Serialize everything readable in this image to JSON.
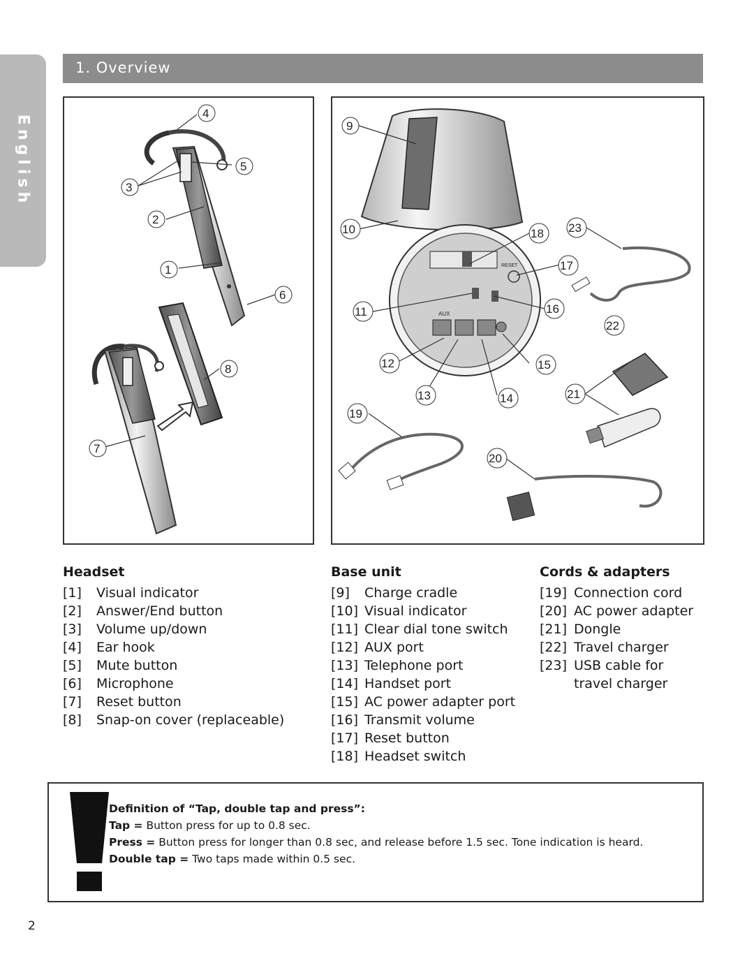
{
  "side_tab": {
    "label": "English"
  },
  "section": {
    "title": "1. Overview"
  },
  "callouts": {
    "c1": "1",
    "c2": "2",
    "c3": "3",
    "c4": "4",
    "c5": "5",
    "c6": "6",
    "c7": "7",
    "c8": "8",
    "c9": "9",
    "c10": "10",
    "c11": "11",
    "c12": "12",
    "c13": "13",
    "c14": "14",
    "c15": "15",
    "c16": "16",
    "c17": "17",
    "c18": "18",
    "c19": "19",
    "c20": "20",
    "c21": "21",
    "c22": "22",
    "c23": "23"
  },
  "base_labels": {
    "aux": "AUX",
    "reset": "RESET"
  },
  "headset": {
    "heading": "Headset",
    "items": [
      {
        "num": "[1]",
        "label": "Visual indicator"
      },
      {
        "num": "[2]",
        "label": "Answer/End button"
      },
      {
        "num": "[3]",
        "label": "Volume up/down"
      },
      {
        "num": "[4]",
        "label": "Ear hook"
      },
      {
        "num": "[5]",
        "label": "Mute button"
      },
      {
        "num": "[6]",
        "label": "Microphone"
      },
      {
        "num": "[7]",
        "label": "Reset button"
      },
      {
        "num": "[8]",
        "label": "Snap-on cover (replaceable)"
      }
    ]
  },
  "base_unit": {
    "heading": "Base unit",
    "items": [
      {
        "num": "[9]",
        "label": "Charge cradle"
      },
      {
        "num": "[10]",
        "label": "Visual indicator"
      },
      {
        "num": "[11]",
        "label": "Clear dial tone switch"
      },
      {
        "num": "[12]",
        "label": "AUX port"
      },
      {
        "num": "[13]",
        "label": "Telephone port"
      },
      {
        "num": "[14]",
        "label": "Handset port"
      },
      {
        "num": "[15]",
        "label": "AC power adapter port"
      },
      {
        "num": "[16]",
        "label": "Transmit volume"
      },
      {
        "num": "[17]",
        "label": "Reset button"
      },
      {
        "num": "[18]",
        "label": "Headset switch"
      }
    ]
  },
  "cords": {
    "heading": "Cords & adapters",
    "items": [
      {
        "num": "[19]",
        "label": "Connection cord"
      },
      {
        "num": "[20]",
        "label": "AC power adapter"
      },
      {
        "num": "[21]",
        "label": "Dongle"
      },
      {
        "num": "[22]",
        "label": "Travel charger"
      },
      {
        "num": "[23]",
        "label": "USB cable for travel charger"
      }
    ]
  },
  "note": {
    "title": "Definition of “Tap, double tap and press”:",
    "tap_term": "Tap =",
    "tap_text": "Button press for up to 0.8 sec.",
    "press_term": "Press =",
    "press_text": "Button press for longer than 0.8 sec, and release before 1.5 sec. Tone indication is heard.",
    "double_term": "Double tap =",
    "double_text": "Two taps made within 0.5 sec."
  },
  "page_number": "2"
}
